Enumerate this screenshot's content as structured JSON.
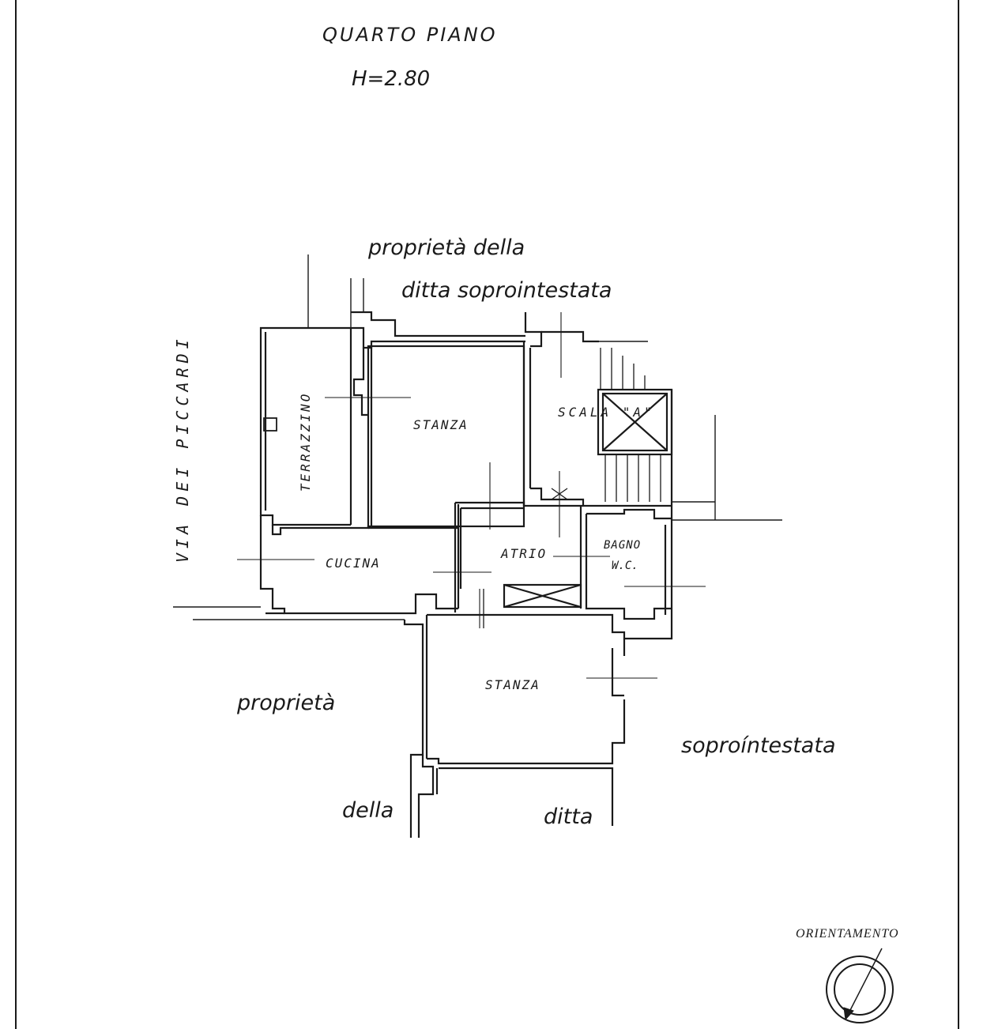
{
  "header": {
    "floor": "QUARTO PIANO",
    "height": "H=2.80"
  },
  "street": "VIA DEI PICCARDI",
  "rooms": {
    "terrazzino": "TERRAZZINO",
    "stanza_top": "STANZA",
    "scala": "SCALA \"A\"",
    "cucina": "CUCINA",
    "atrio": "ATRIO",
    "bagno": "BAGNO",
    "wc": "W.C.",
    "stanza_bottom": "STANZA"
  },
  "notes": {
    "top_line1": "proprietà della",
    "top_line2": "ditta soprointestata",
    "left": "proprietà",
    "right": "soproíntestata",
    "bottom_left": "della",
    "bottom_right": "ditta"
  },
  "orientation": {
    "label": "ORIENTAMENTO",
    "icon": "north-arrow-icon"
  },
  "colors": {
    "ink": "#1a1a1a",
    "paper": "#ffffff"
  }
}
